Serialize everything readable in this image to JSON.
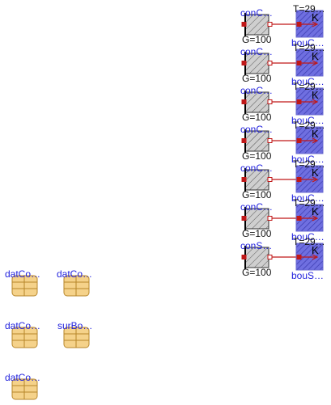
{
  "colors": {
    "label_blue": "#2222dd",
    "wire_red": "#c01818",
    "boundary_fill": "#6f6fe0",
    "conductor_fill": "#cfcfcf",
    "record_fill": "#f5d28a",
    "record_stroke": "#b7862a"
  },
  "components": [
    {
      "conductor_name": "conC…",
      "conductor_param": "G=100",
      "boundary_name": "bouC…",
      "boundary_param": "T=29…"
    },
    {
      "conductor_name": "conC…",
      "conductor_param": "G=100",
      "boundary_name": "bouC…",
      "boundary_param": "T=29…"
    },
    {
      "conductor_name": "conC…",
      "conductor_param": "G=100",
      "boundary_name": "bouC…",
      "boundary_param": "T=29…"
    },
    {
      "conductor_name": "conC…",
      "conductor_param": "G=100",
      "boundary_name": "bouC…",
      "boundary_param": "T=29…"
    },
    {
      "conductor_name": "conC…",
      "conductor_param": "G=100",
      "boundary_name": "bouC…",
      "boundary_param": "T=29…"
    },
    {
      "conductor_name": "conC…",
      "conductor_param": "G=100",
      "boundary_name": "bouC…",
      "boundary_param": "T=29…"
    },
    {
      "conductor_name": "conS…",
      "conductor_param": "G=100",
      "boundary_name": "bouS…",
      "boundary_param": "T=29…"
    }
  ],
  "boundary_icon_letter": "K",
  "records": [
    {
      "name": "datCo…",
      "icon": "data-record-icon"
    },
    {
      "name": "datCo…",
      "icon": "data-record-icon"
    },
    {
      "name": "datCo…",
      "icon": "data-record-icon"
    },
    {
      "name": "surBo…",
      "icon": "data-record-icon"
    },
    {
      "name": "datCo…",
      "icon": "data-record-icon"
    }
  ]
}
